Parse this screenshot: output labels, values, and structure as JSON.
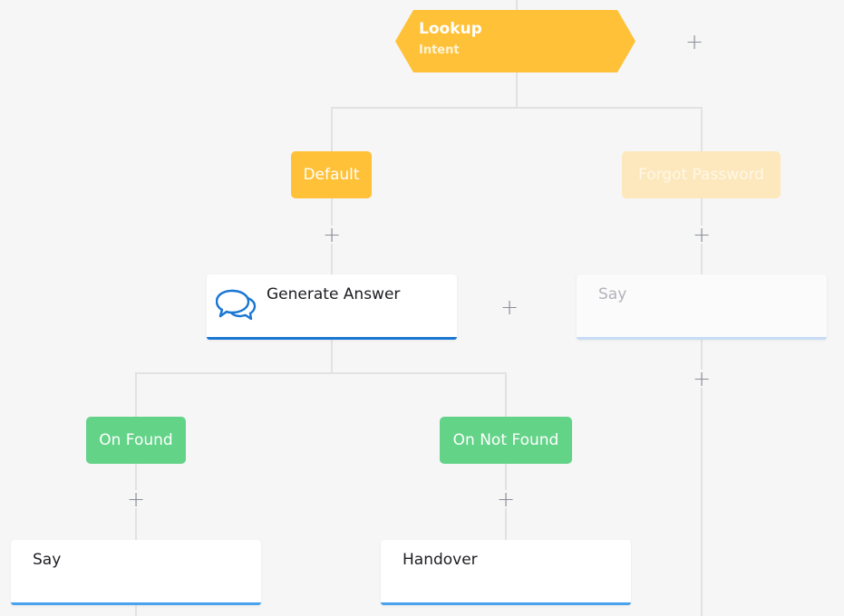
{
  "intent": {
    "title": "Lookup",
    "subtitle": "Intent",
    "color": "#ffc137"
  },
  "branches": {
    "default": {
      "label": "Default",
      "color": "#ffc137"
    },
    "forgot_password": {
      "label": "Forgot Password",
      "color": "#fde8bd"
    },
    "on_found": {
      "label": "On Found",
      "color": "#63d388"
    },
    "on_not_found": {
      "label": "On Not Found",
      "color": "#63d388"
    }
  },
  "nodes": {
    "generate_answer": {
      "label": "Generate Answer",
      "icon": "chat-bubbles-icon",
      "accent": "#1a77d2"
    },
    "say_forgot": {
      "label": "Say",
      "accent": "#c7dbf5"
    },
    "say_found": {
      "label": "Say",
      "accent": "#49a3ec"
    },
    "handover": {
      "label": "Handover",
      "accent": "#49a3ec"
    }
  },
  "add_buttons": {
    "glyph": "+",
    "icon": "plus-icon"
  }
}
